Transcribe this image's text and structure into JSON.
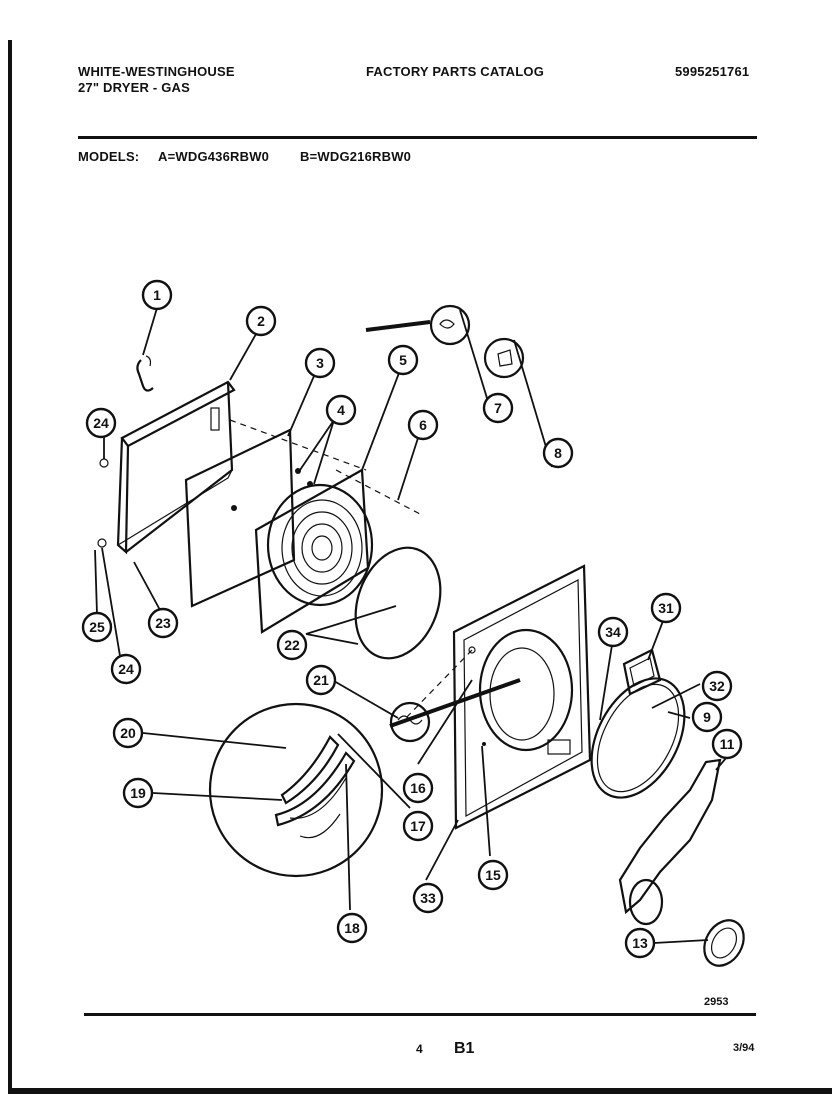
{
  "header": {
    "brand": "WHITE-WESTINGHOUSE",
    "product": "27\" DRYER - GAS",
    "catalog_title": "FACTORY PARTS CATALOG",
    "catalog_number": "5995251761"
  },
  "models": {
    "label": "MODELS:",
    "model_a": "A=WDG436RBW0",
    "model_b": "B=WDG216RBW0"
  },
  "callouts": [
    {
      "id": "c1",
      "label": "1"
    },
    {
      "id": "c2",
      "label": "2"
    },
    {
      "id": "c3",
      "label": "3"
    },
    {
      "id": "c4",
      "label": "4"
    },
    {
      "id": "c5",
      "label": "5"
    },
    {
      "id": "c6",
      "label": "6"
    },
    {
      "id": "c7",
      "label": "7"
    },
    {
      "id": "c8",
      "label": "8"
    },
    {
      "id": "c24a",
      "label": "24"
    },
    {
      "id": "c25",
      "label": "25"
    },
    {
      "id": "c23",
      "label": "23"
    },
    {
      "id": "c24b",
      "label": "24"
    },
    {
      "id": "c22",
      "label": "22"
    },
    {
      "id": "c31",
      "label": "31"
    },
    {
      "id": "c34",
      "label": "34"
    },
    {
      "id": "c32",
      "label": "32"
    },
    {
      "id": "c9",
      "label": "9"
    },
    {
      "id": "c11",
      "label": "11"
    },
    {
      "id": "c21",
      "label": "21"
    },
    {
      "id": "c20",
      "label": "20"
    },
    {
      "id": "c19",
      "label": "19"
    },
    {
      "id": "c16",
      "label": "16"
    },
    {
      "id": "c17",
      "label": "17"
    },
    {
      "id": "c33",
      "label": "33"
    },
    {
      "id": "c15",
      "label": "15"
    },
    {
      "id": "c18",
      "label": "18"
    },
    {
      "id": "c13",
      "label": "13"
    }
  ],
  "footer": {
    "drawing_number": "2953",
    "page_number": "4",
    "section": "B1",
    "date_code": "3/94"
  }
}
